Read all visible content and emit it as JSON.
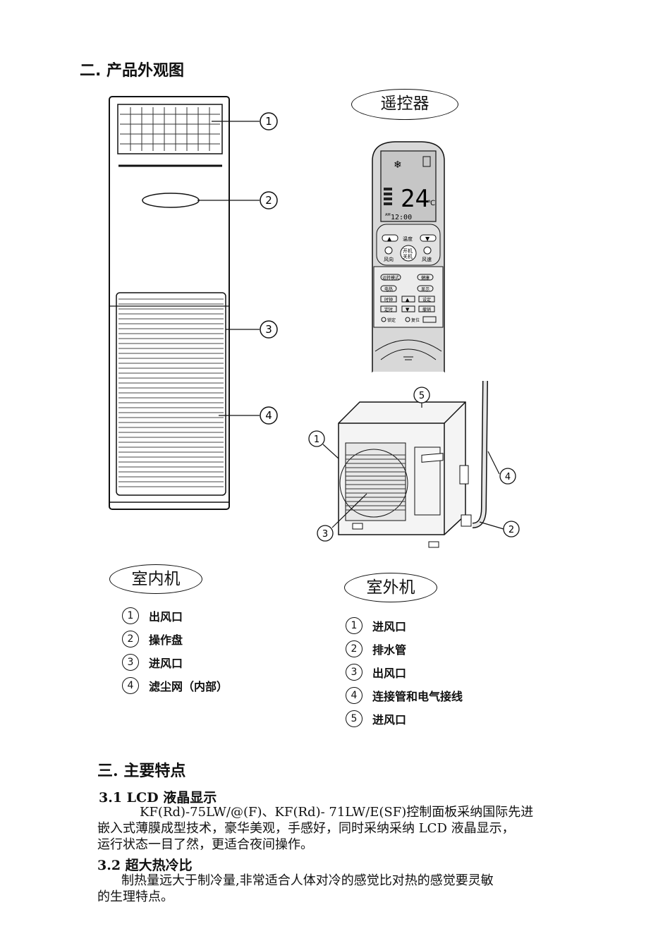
{
  "section2_title": "二. 产品外观图",
  "remote": {
    "label": "遥控器",
    "display_temp": "24",
    "display_unit": "℃",
    "display_time": "12:00",
    "display_am": "AM",
    "btn_temp": "温度",
    "btn_power": "开机\n关机",
    "btn_dir": "风向",
    "btn_speed": "风速",
    "btn_mode": "运转模式",
    "btn_health": "健康",
    "btn_heat": "电热",
    "btn_display": "显示",
    "btn_clock": "时钟",
    "btn_set": "设定",
    "btn_timer": "定时",
    "btn_cancel": "撤销",
    "btn_lock": "锁定",
    "btn_reset": "复位"
  },
  "indoor": {
    "label": "室内机",
    "callouts": [
      "1",
      "2",
      "3",
      "4"
    ],
    "legend": [
      {
        "num": "1",
        "text": "出风口"
      },
      {
        "num": "2",
        "text": "操作盘"
      },
      {
        "num": "3",
        "text": "进风口"
      },
      {
        "num": "4",
        "text": "滤尘网（内部）"
      }
    ]
  },
  "outdoor": {
    "label": "室外机",
    "callouts": [
      "1",
      "2",
      "3",
      "4",
      "5"
    ],
    "legend": [
      {
        "num": "1",
        "text": "进风口"
      },
      {
        "num": "2",
        "text": "排水管"
      },
      {
        "num": "3",
        "text": "出风口"
      },
      {
        "num": "4",
        "text": "连接管和电气接线"
      },
      {
        "num": "5",
        "text": "进风口"
      }
    ]
  },
  "section3_title": "三. 主要特点",
  "s31_title": "3.1 LCD 液晶显示",
  "s31_line1": "KF(Rd)-75LW/@(F)、KF(Rd)- 71LW/E(SF)控制面板采纳国际先进",
  "s31_line2": "嵌入式薄膜成型技术，豪华美观，手感好，同时采纳采纳 LCD 液晶显示，",
  "s31_line3": "运行状态一目了然，更适合夜间操作。",
  "s32_title": "3.2 超大热冷比",
  "s32_line1": "制热量远大于制冷量,非常适合人体对冷的感觉比对热的感觉要灵敏",
  "s32_line2": "的生理特点。"
}
